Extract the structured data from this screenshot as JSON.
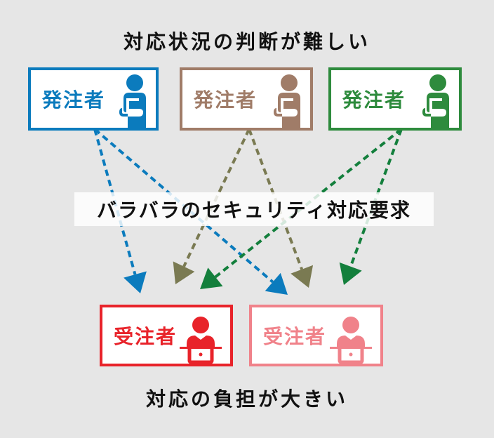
{
  "header": {
    "title": "対応状況の判断が難しい"
  },
  "footer": {
    "title": "対応の負担が大きい"
  },
  "middle_label": "バラバラのセキュリティ対応要求",
  "orderers": [
    {
      "label": "発注者",
      "color": "#0b7bbd",
      "icon": "person-icon"
    },
    {
      "label": "発注者",
      "color": "#a07c68",
      "icon": "person-icon"
    },
    {
      "label": "発注者",
      "color": "#2e8b3d",
      "icon": "person-icon"
    }
  ],
  "contractors": [
    {
      "label": "受注者",
      "color": "#e8232a",
      "icon": "person-laptop-icon"
    },
    {
      "label": "受注者",
      "color": "#f0828a",
      "icon": "person-laptop-icon"
    }
  ],
  "arrow_colors": {
    "blue": "#0b7bbd",
    "olive": "#7a7a52",
    "green": "#137f3c"
  }
}
